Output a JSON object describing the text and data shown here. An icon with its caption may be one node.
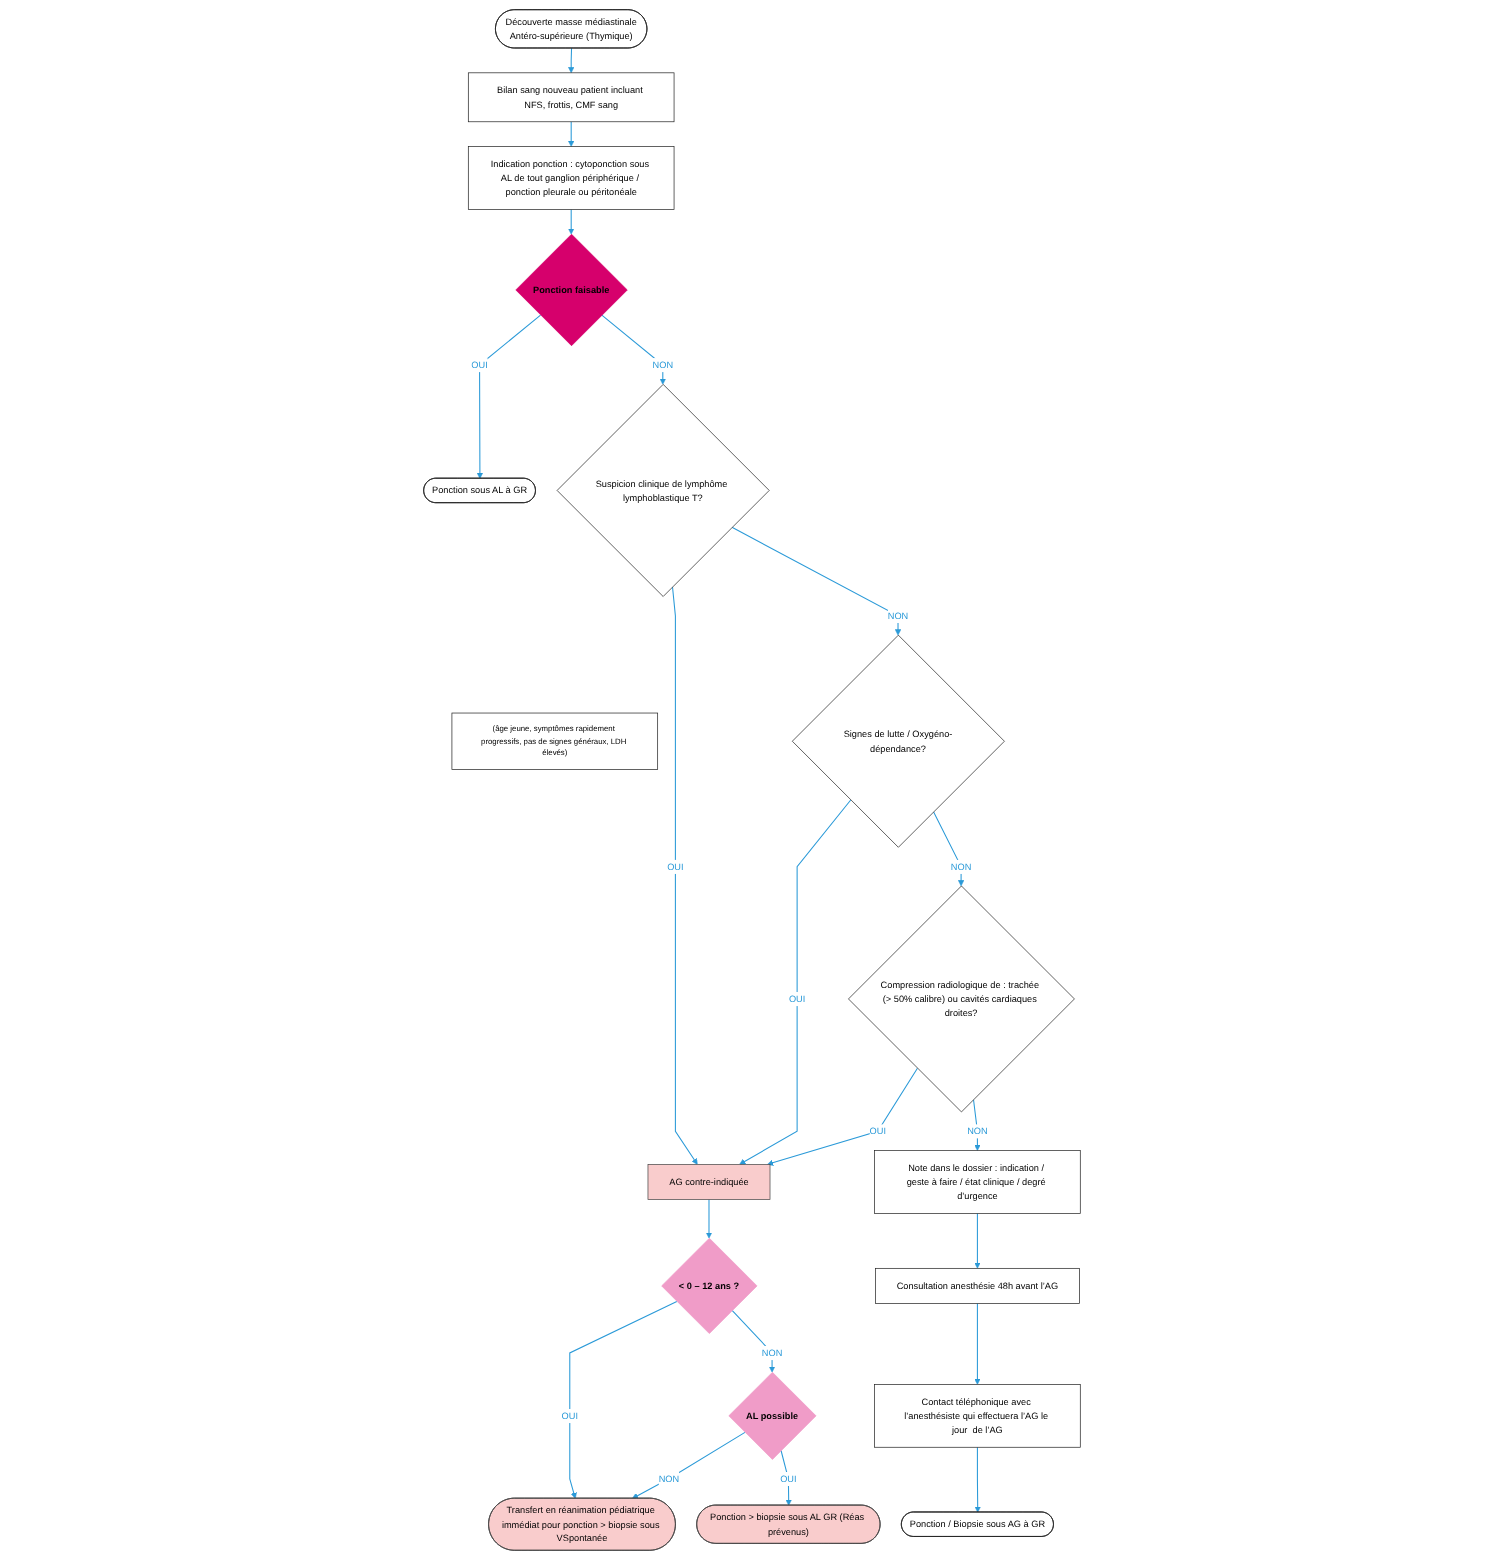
{
  "diagram": {
    "nodes": [
      {
        "text": [
          "Découverte masse médiastinale",
          "Antéro-supérieure (Thymique)"
        ]
      },
      {
        "text": [
          "Bilan sang nouveau patient incluant NFS, frottis, CMF sang"
        ]
      },
      {
        "text": [
          "Indication ponction : cytoponction sous AL de tout ganglion périphérique / ponction pleurale ou péritonéale"
        ]
      },
      {
        "text": [
          "Ponction faisable"
        ]
      },
      {
        "text": [
          "Ponction sous AL à GR"
        ]
      },
      {
        "text": [
          "Suspicion clinique de lymphôme lymphoblastique T?"
        ]
      },
      {
        "text": [
          "(âge jeune, symptômes rapidement progressifs, pas de signes généraux, LDH élevés)"
        ]
      },
      {
        "text": [
          "Signes de lutte / Oxygéno-dépendance?"
        ]
      },
      {
        "text": [
          "Compression radiologique de : trachée (> 50% calibre) ou cavités cardiaques droites?"
        ]
      },
      {
        "text": [
          "AG contre-indiquée"
        ]
      },
      {
        "text": [
          "< 0 – 12 ans ?"
        ]
      },
      {
        "text": [
          "AL possible"
        ]
      },
      {
        "text": [
          "Ponction > biopsie sous AL GR (Réas prévenus)"
        ]
      },
      {
        "text": [
          "Transfert en réanimation pédiatrique immédiat pour ponction > biopsie sous VSpontanée"
        ]
      },
      {
        "text": [
          "Note dans le dossier : indication / geste à faire / état clinique / degré d’urgence"
        ]
      },
      {
        "text": [
          "Consultation anesthésie 48h avant l’AG"
        ]
      },
      {
        "text": [
          "Contact téléphonique avec l’anesthésiste qui effectuera l’AG le jour  de l’AG"
        ]
      },
      {
        "text": [
          "Ponction / Biopsie sous AG à GR"
        ]
      }
    ],
    "edges": [
      {
        "from": 0,
        "to": 1,
        "arrow": "to"
      },
      {
        "from": 1,
        "to": 2,
        "arrow": "to"
      },
      {
        "from": 2,
        "to": 3,
        "arrow": "to"
      },
      {
        "from": 3,
        "to": 4,
        "arrow": "to",
        "label": "OUI"
      },
      {
        "from": 3,
        "to": 5,
        "arrow": "to",
        "label": "NON"
      },
      {
        "from": 5,
        "to": 9,
        "arrow": "to",
        "label": "OUI"
      },
      {
        "from": 5,
        "to": 7,
        "arrow": "to",
        "label": "NON"
      },
      {
        "from": 7,
        "to": 9,
        "arrow": "to",
        "label": "OUI"
      },
      {
        "from": 7,
        "to": 8,
        "arrow": "to",
        "label": "NON"
      },
      {
        "from": 8,
        "to": 9,
        "arrow": "to",
        "label": "OUI"
      },
      {
        "from": 8,
        "to": 14,
        "arrow": "to",
        "label": "NON"
      },
      {
        "from": 9,
        "to": 10,
        "arrow": "to"
      },
      {
        "from": 10,
        "to": 13,
        "arrow": "to",
        "label": "OUI"
      },
      {
        "from": 10,
        "to": 11,
        "arrow": "to",
        "label": "NON"
      },
      {
        "from": 11,
        "to": 12,
        "arrow": "to",
        "label": "OUI"
      },
      {
        "from": 11,
        "to": 13,
        "arrow": "to",
        "label": "NON"
      },
      {
        "from": 14,
        "to": 15,
        "arrow": "to"
      },
      {
        "from": 15,
        "to": 16,
        "arrow": "to"
      },
      {
        "from": 16,
        "to": 17,
        "arrow": "to"
      }
    ]
  }
}
